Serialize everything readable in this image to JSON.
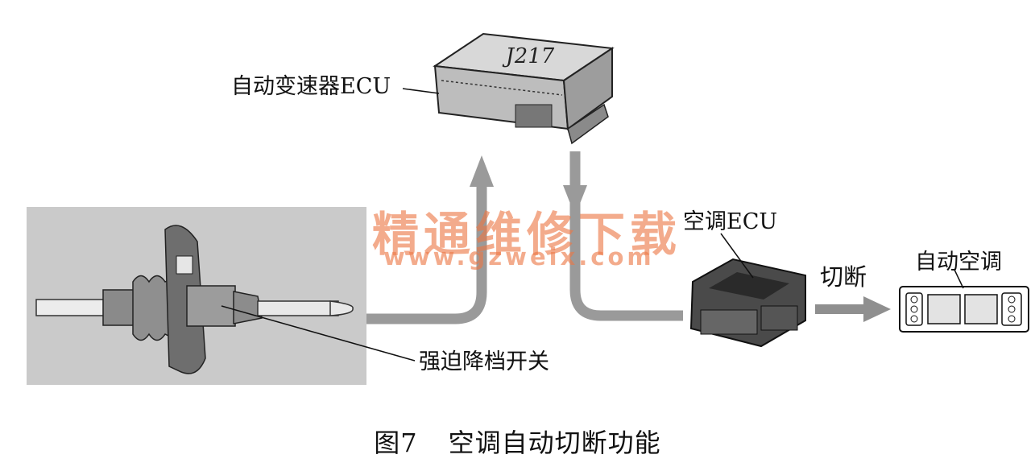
{
  "labels": {
    "transmission_ecu": "自动变速器ECU",
    "module_code": "J217",
    "ac_ecu": "空调ECU",
    "auto_ac": "自动空调",
    "cutoff": "切断",
    "kickdown_switch": "强迫降档开关"
  },
  "caption": {
    "figure_number": "图7",
    "title": "空调自动切断功能"
  },
  "watermark": {
    "title": "精通维修下载",
    "url": "www.gzweix.com"
  },
  "colors": {
    "arrow": "#9a9a9a",
    "watermark": "#ec7846",
    "photo_bg": "#c9c9c9"
  }
}
